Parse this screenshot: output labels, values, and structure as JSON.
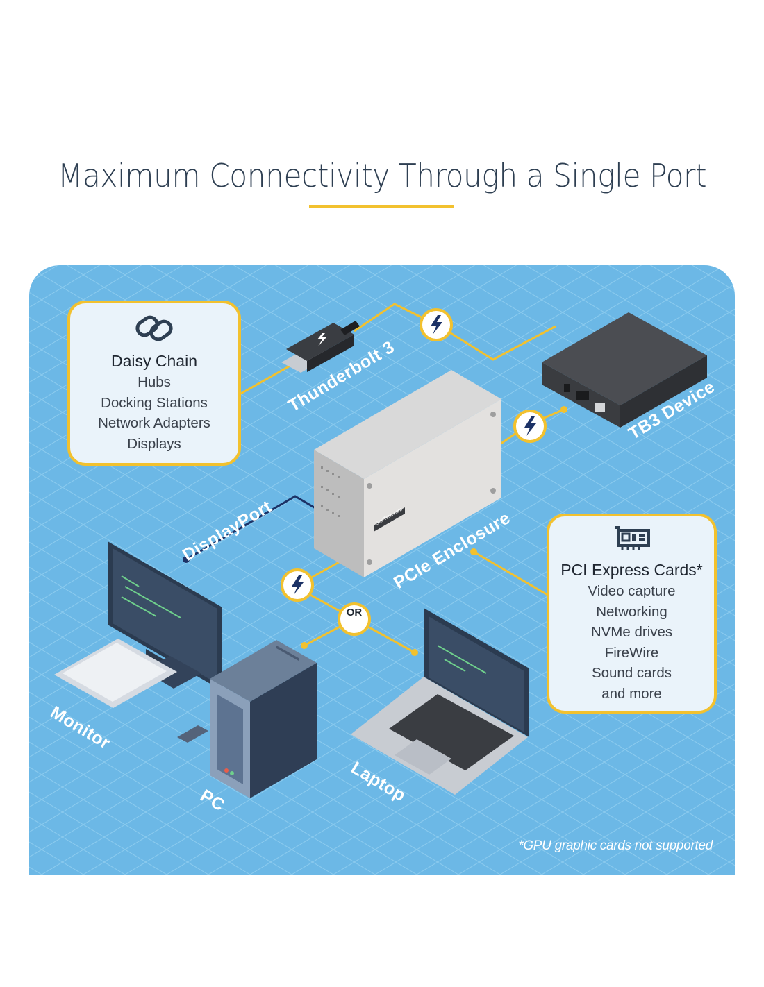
{
  "title": "Maximum Connectivity Through a Single Port",
  "daisy_chain": {
    "icon": "chain-link-icon",
    "title": "Daisy Chain",
    "items": [
      "Hubs",
      "Docking Stations",
      "Network Adapters",
      "Displays"
    ]
  },
  "pci_cards": {
    "icon": "expansion-card-icon",
    "title": "PCI Express Cards*",
    "items": [
      "Video capture",
      "Networking",
      "NVMe drives",
      "FireWire",
      "Sound cards",
      "and more"
    ]
  },
  "labels": {
    "thunderbolt": "Thunderbolt 3",
    "tb3_device": "TB3 Device",
    "displayport": "DisplayPort",
    "pcie_enclosure": "PCIe Enclosure",
    "monitor": "Monitor",
    "pc": "PC",
    "laptop": "Laptop",
    "or": "OR",
    "enclosure_brand": "StarTech.com"
  },
  "footnote": "*GPU graphic cards not supported",
  "colors": {
    "accent": "#f2c12e",
    "background": "#6cb8e6",
    "title_text": "#2e3f52",
    "displayport_cable": "#1c3266"
  }
}
